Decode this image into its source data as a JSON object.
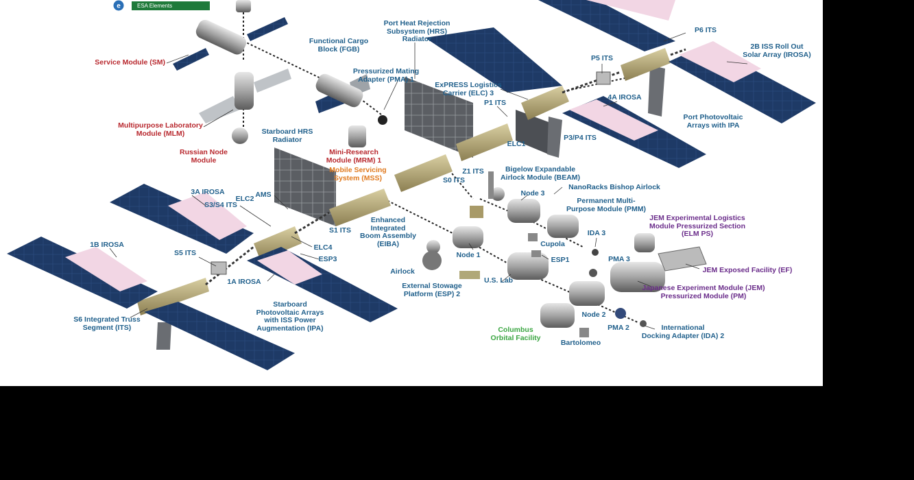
{
  "legend": {
    "label": "ESA Elements"
  },
  "labels": {
    "service_module": "Service Module (SM)",
    "fgb": "Functional Cargo\nBlock (FGB)",
    "pma1": "Pressurized Mating\nAdapter (PMA) 1",
    "hrs_port": "Port Heat Rejection\nSubsystem (HRS)\nRadiator",
    "p6": "P6 ITS",
    "rosa_2b": "2B ISS Roll Out\nSolar Array (IROSA)",
    "p5": "P5 ITS",
    "elc3": "ExPRESS Logistics\nCarrier (ELC) 3",
    "p1": "P1 ITS",
    "rosa_4a": "4A IROSA",
    "port_pv": "Port Photovoltaic\nArrays with IPA",
    "mlm": "Multipurpose Laboratory\nModule (MLM)",
    "russian_node": "Russian Node\nModule",
    "hrs_stbd": "Starboard HRS\nRadiator",
    "mrm1": "Mini-Research\nModule (MRM) 1",
    "mss": "Mobile Servicing\nSystem (MSS)",
    "elc1": "ELC1",
    "p3p4": "P3/P4 ITS",
    "z1": "Z1 ITS",
    "beam": "Bigelow Expandable\nAirlock Module (BEAM)",
    "s0": "S0 ITS",
    "nanoracks": "NanoRacks Bishop Airlock",
    "node3": "Node 3",
    "pmm": "Permanent Multi-\nPurpose Module (PMM)",
    "rosa_3a": "3A IROSA",
    "elc2": "ELC2",
    "ams": "AMS",
    "s3s4": "S3/S4 ITS",
    "s1": "S1 ITS",
    "eiba": "Enhanced\nIntegrated\nBoom Assembly\n(EIBA)",
    "elm_ps": "JEM Experimental Logistics\nModule Pressurized Section\n(ELM PS)",
    "ida3": "IDA 3",
    "cupola": "Cupola",
    "rosa_1b": "1B IROSA",
    "elc4": "ELC4",
    "esp3": "ESP3",
    "node1": "Node 1",
    "esp1": "ESP1",
    "pma3": "PMA 3",
    "s5": "S5 ITS",
    "airlock": "Airlock",
    "jem_ef": "JEM Exposed Facility (EF)",
    "rosa_1a": "1A IROSA",
    "us_lab": "U.S. Lab",
    "esp2": "External Stowage\nPlatform (ESP) 2",
    "jem_pm": "Japanese Experiment Module (JEM)\nPressurized Module (PM)",
    "stbd_pv": "Starboard\nPhotovoltaic Arrays\nwith ISS Power\nAugmentation (IPA)",
    "s6": "S6 Integrated Truss\nSegment (ITS)",
    "node2": "Node 2",
    "pma2": "PMA 2",
    "columbus": "Columbus\nOrbital Facility",
    "ida2": "International\nDocking Adapter (IDA) 2",
    "bartolomeo": "Bartolomeo"
  },
  "colors": {
    "panel_blue": "#1e3a66",
    "irosa_pink": "#f2d6e4",
    "label_blue": "#1f5f8b",
    "label_red": "#b8282e",
    "label_orange": "#e07a1f",
    "label_purple": "#6a2c8a",
    "label_green": "#3aa541",
    "esa_green": "#1f7a3a"
  }
}
